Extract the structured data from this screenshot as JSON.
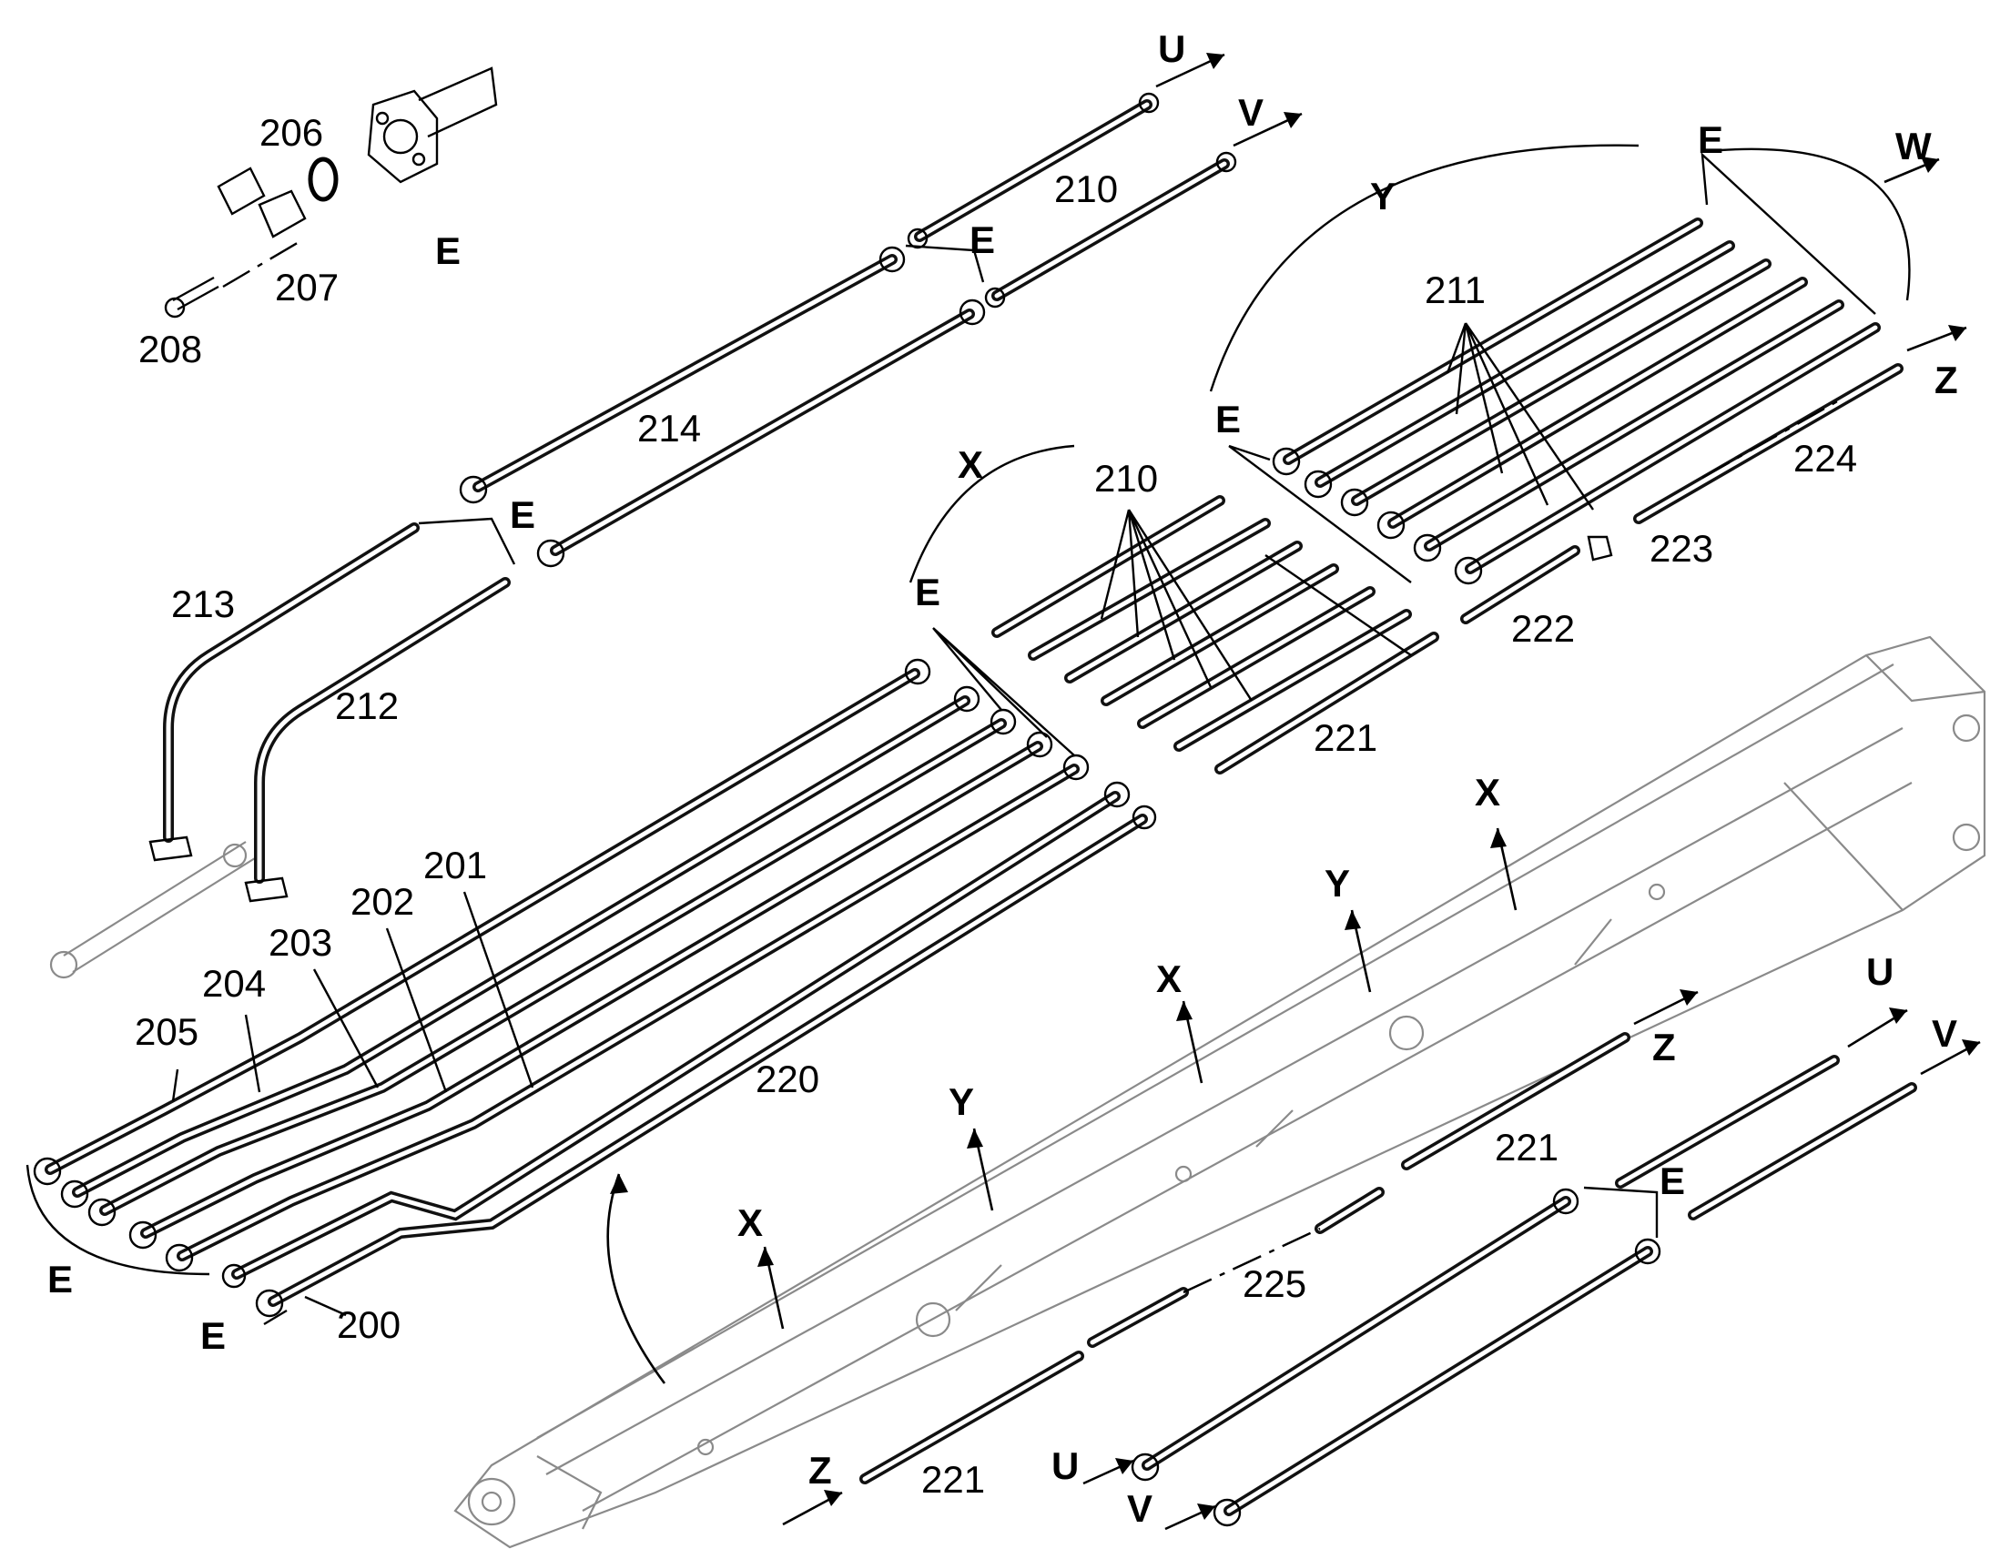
{
  "labels": {
    "p200": "200",
    "p201": "201",
    "p202": "202",
    "p203": "203",
    "p204": "204",
    "p205": "205",
    "p206": "206",
    "p207": "207",
    "p208": "208",
    "p210a": "210",
    "p210b": "210",
    "p211": "211",
    "p212": "212",
    "p213": "213",
    "p214": "214",
    "p220": "220",
    "p221a": "221",
    "p221b": "221",
    "p221c": "221",
    "p222": "222",
    "p223": "223",
    "p224": "224",
    "p225": "225",
    "E1": "E",
    "E2": "E",
    "E3": "E",
    "E4": "E",
    "E5": "E",
    "E6": "E",
    "E7": "E",
    "E8": "E",
    "E9": "E",
    "U1": "U",
    "U2": "U",
    "U3": "U",
    "V1": "V",
    "V2": "V",
    "V3": "V",
    "W1": "W",
    "X1": "X",
    "X2": "X",
    "X3": "X",
    "X4": "X",
    "Y1": "Y",
    "Y2": "Y",
    "Y3": "Y",
    "Z1": "Z",
    "Z2": "Z",
    "Z3": "Z"
  }
}
